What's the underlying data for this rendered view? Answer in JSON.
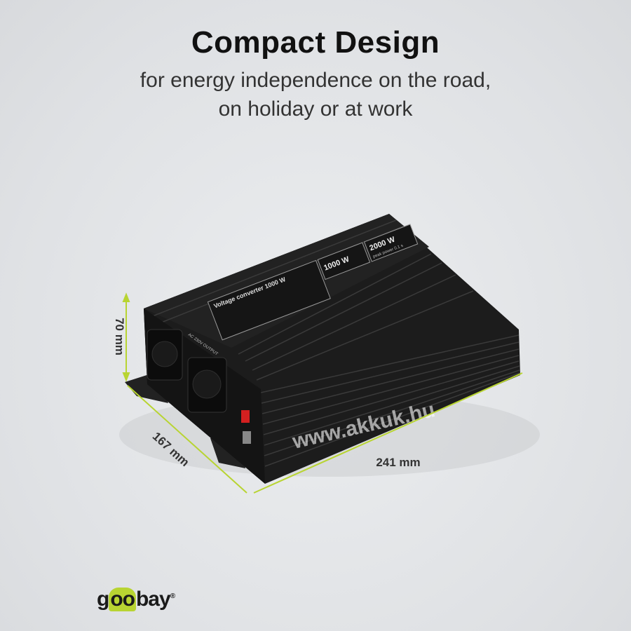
{
  "heading": {
    "title": "Compact Design",
    "subtitle_line1": "for energy independence on the road,",
    "subtitle_line2": "on holiday or at work"
  },
  "dimensions": {
    "height": "70 mm",
    "depth": "167 mm",
    "length": "241 mm"
  },
  "product_label": {
    "name": "Voltage converter 1000 W",
    "continuous": "1000 W",
    "peak": "2000 W",
    "peak_note": "peak power 0.1 s",
    "output": "AC 230V OUTPUT"
  },
  "watermark": "www.akkuk.hu",
  "brand": {
    "pre": "g",
    "mid": "oo",
    "post": "bay",
    "mark": "®"
  },
  "colors": {
    "accent": "#b8d432",
    "device": "#1c1c1c",
    "background": "#e4e6e9"
  }
}
